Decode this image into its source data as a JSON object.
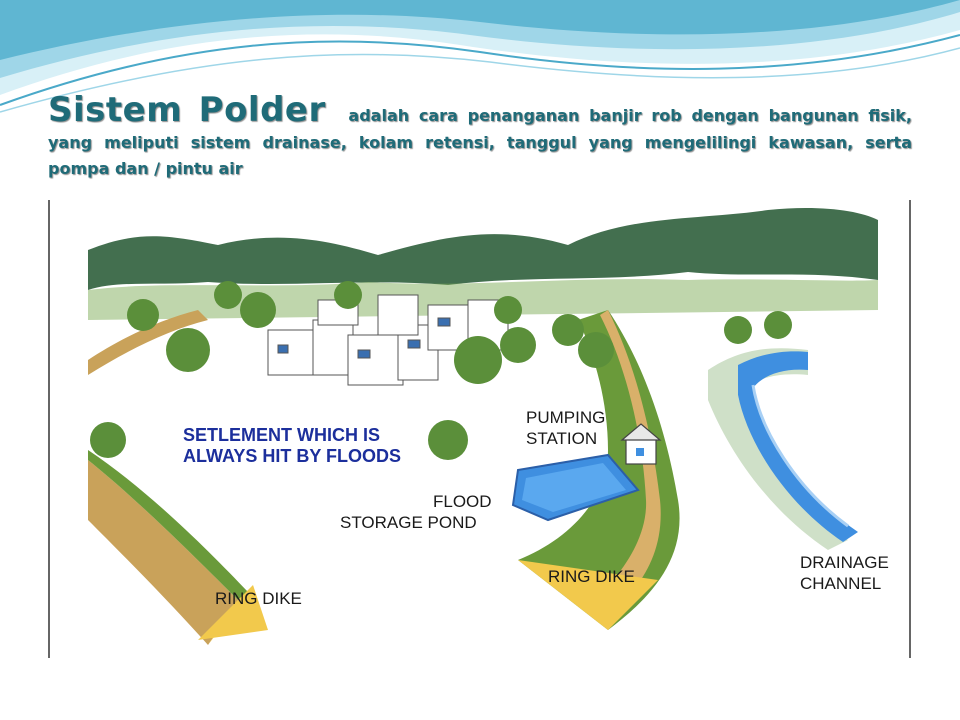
{
  "slide": {
    "title": "Sistem  Polder",
    "description": "adalah cara penanganan banjir rob dengan bangunan fisik, yang meliputi sistem drainase, kolam retensi, tanggul yang mengelilingi kawasan, serta pompa dan / pintu air"
  },
  "illustration": {
    "labels": {
      "settlement_line1": "SETLEMENT WHICH IS",
      "settlement_line2": "ALWAYS HIT BY FLOODS",
      "pumping_line1": "PUMPING",
      "pumping_line2": "STATION",
      "flood_line1": "FLOOD",
      "flood_line2": "STORAGE POND",
      "ring_dike_left": "RING DIKE",
      "ring_dike_center": "RING DIKE",
      "drainage_line1": "DRAINAGE",
      "drainage_line2": "CHANNEL"
    }
  },
  "colors": {
    "title": "#1f6b78",
    "wave_light": "#bfe6f2",
    "wave_dark": "#4aa9c9",
    "water": "#3f8fe0",
    "dike_yellow": "#f2c94c",
    "grass": "#6a9a3a",
    "hills": "#2f5f3c",
    "label_blue": "#1c2f9c"
  }
}
